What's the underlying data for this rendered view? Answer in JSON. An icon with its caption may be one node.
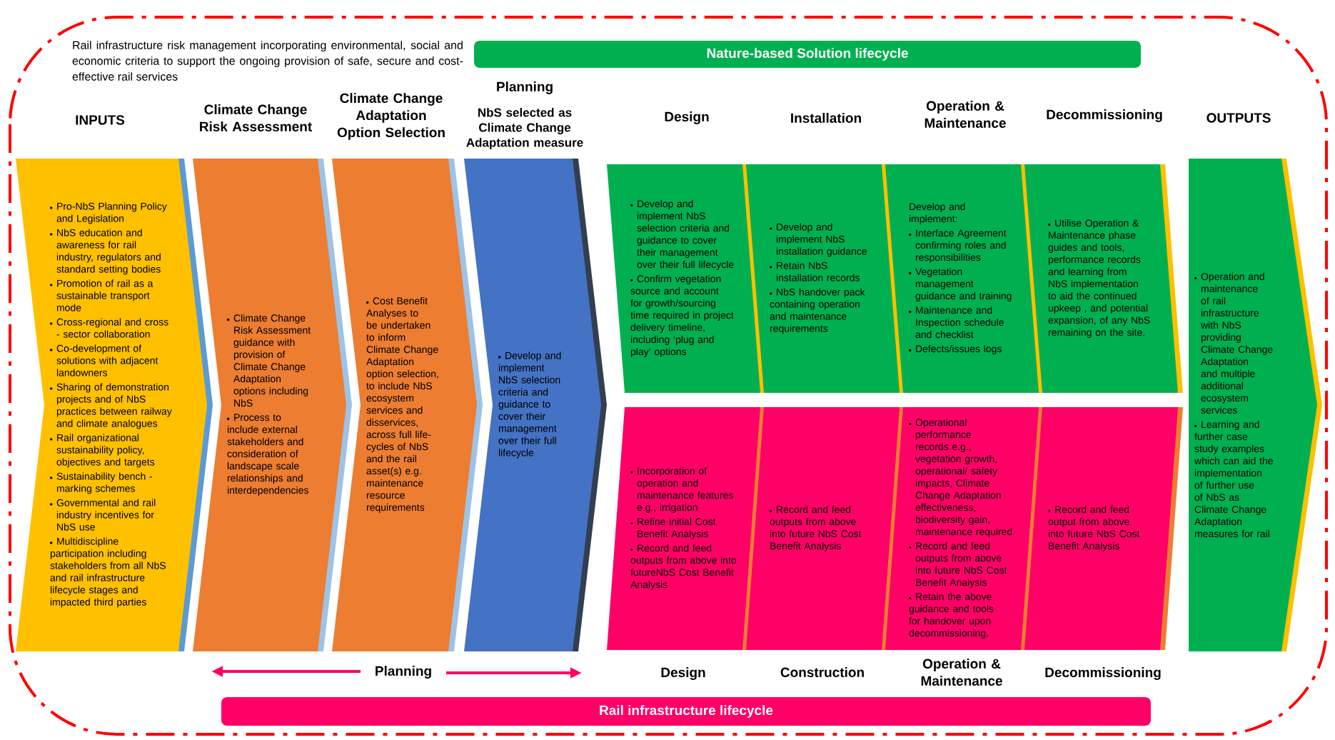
{
  "diagram": {
    "nodes": [
      {
        "text": [
          "Nature-based Solution lifecycle"
        ]
      },
      {
        "text": [
          "Pro-NbS Planning Policy and Legislation",
          "NbS education and awareness for rail industry, regulators and standard setting bodies",
          "Promotion of rail as a sustainable transport mode",
          "Cross-regional and cross - sector collaboration",
          "Co-development of solutions with adjacent landowners",
          "Sharing of demonstration projects and of NbS practices between railway and climate analogues",
          "Rail organizational sustainability policy, objectives and targets",
          "Sustainability bench - marking schemes",
          "Governmental and rail industry incentives for NbS use",
          "Multidiscipline participation including stakeholders from all NbS and rail infrastructure lifecycle stages and impacted third parties"
        ]
      },
      {
        "text": [
          "Climate Change Risk Assessment guidance with provision of Climate Change Adaptation options including NbS",
          "Process to include external stakeholders and consideration of landscape scale relationships and interdependencies"
        ]
      },
      {
        "text": [
          "Cost Benefit Analyses to be undertaken to inform Climate Change Adaptation option selection, to include NbS ecosystem services and disservices, across full life-cycles of NbS and the rail asset(s) e.g. maintenance resource requirements"
        ]
      },
      {
        "text": [
          "Develop and implement NbS selection criteria and guidance to cover their management over their full lifecycle"
        ]
      },
      {
        "text": [
          "Develop and implement NbS selection criteria and guidance to cover their management over their full lifecycle",
          "Confirm vegetation source and account for growth/sourcing time required in project delivery timeline, including ‘plug and play’ options"
        ]
      },
      {
        "text": [
          "Incorporation of operation and maintenance features e.g., irrigation",
          "Refine initial Cost Benefit Analysis",
          "Record and feed outputs from above into futureNbS Cost Benefit Analysis"
        ]
      },
      {
        "text": [
          "Develop and implement NbS installation guidance",
          "Retain NbS installation records",
          "NbS handover pack containing operation and maintenance requirements"
        ]
      },
      {
        "text": [
          "Record and feed outputs from above into future NbS Cost Benefit Analysis"
        ]
      },
      {
        "text": [
          "Develop and implement:",
          "Interface Agreement confirming roles and responsibilities",
          "Vegetation management guidance and training",
          "Maintenance and Inspection schedule and checklist",
          "Defects/issues logs"
        ]
      },
      {
        "text": [
          "Operational performance records e.g., vegetation growth, operational/ safety impacts, Climate Change Adaptation effectiveness, biodiversity gain, maintenance required",
          "Record and feed outputs from above into future NbS Cost Benefit Analysis",
          "Retain the above guidance and tools for handover upon decommissioning."
        ]
      },
      {
        "text": [
          "Utilise Operation & Maintenance phase guides and tools, performance records and learning from NbS implementation to aid the continued upkeep , and potential expansion, of any NbS remaining on the site."
        ]
      },
      {
        "text": [
          "Record and feed output from above into future NbS Cost Benefit Analysis"
        ]
      },
      {
        "text": [
          "Operation and maintenance of rail infrastructure with NbS providing Climate Change Adaptation and multiple additional ecosystem services",
          "Learning and further case study examples which can aid the implementation of further use of NbS as Climate Change Adaptation measures for rail"
        ]
      },
      {
        "text": [
          "Rail infrastructure lifecycle"
        ]
      }
    ],
    "labels": [
      "Rail infrastructure risk management incorporating environmental, social and economic criteria to support the ongoing provision of safe, secure and cost-effective rail services",
      "INPUTS",
      "Climate Change Risk Assessment",
      "Climate Change Adaptation Option Selection",
      "Planning",
      "NbS selected as Climate Change Adaptation measure",
      "Design",
      "Installation",
      "Operation & Maintenance",
      "Decommissioning",
      "OUTPUTS",
      "Planning",
      "Design",
      "Construction",
      "Operation & Maintenance",
      "Decommissioning"
    ]
  }
}
